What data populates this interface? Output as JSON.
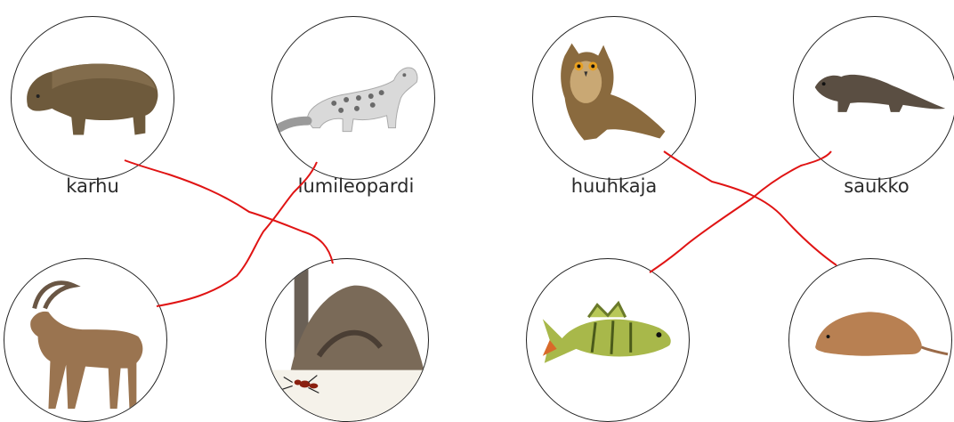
{
  "labels": {
    "karhu": "karhu",
    "lumileopardi": "lumileopardi",
    "huuhkaja": "huuhkaja",
    "saukko": "saukko"
  },
  "line_color": "#e01414",
  "pictures": {
    "top": [
      "bear",
      "snow leopard",
      "eagle owl",
      "otter"
    ],
    "bottom": [
      "ibex",
      "anthill with ant",
      "perch fish",
      "vole"
    ]
  }
}
